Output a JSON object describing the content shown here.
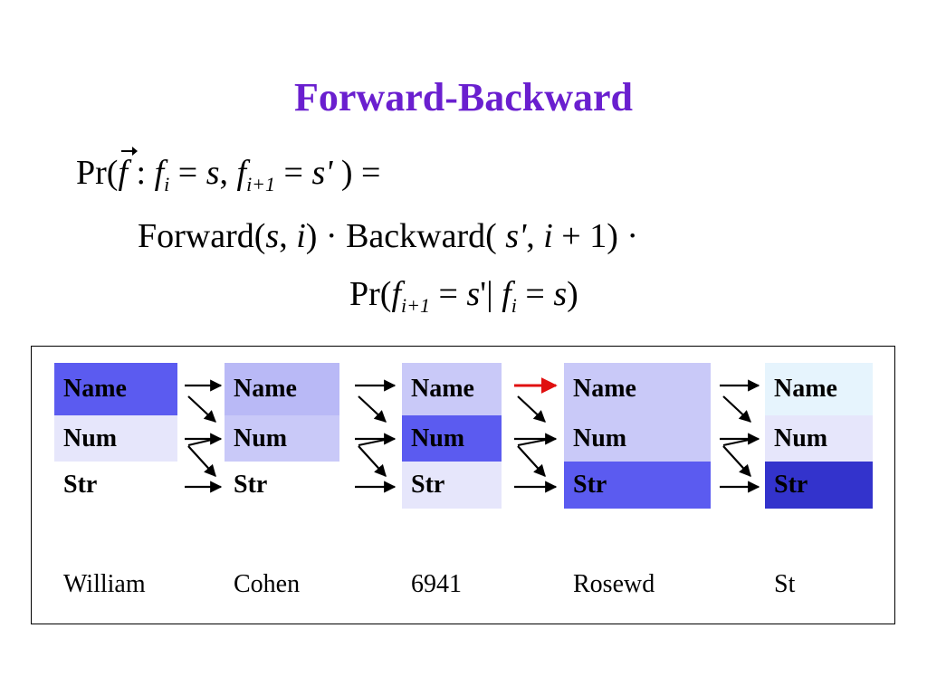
{
  "title": "Forward-Backward",
  "equation": {
    "line1": {
      "pr": "Pr(",
      "f": "f",
      "colon": " : ",
      "fi": "f",
      "i": "i",
      "eq1": " = ",
      "s": "s",
      "comma": ", ",
      "fi1": "f",
      "i1": "i+1",
      "eq2": " = ",
      "s2": "s'",
      "close": " ) ="
    },
    "line2": {
      "forward": "Forward(",
      "s": "s",
      "comma1": ", ",
      "i": "i",
      "mid": ") · Backward( ",
      "s2": "s'",
      "comma2": ", ",
      "i2": "i",
      "end": " + 1) ·"
    },
    "line3": {
      "pr": "Pr(",
      "f": "f",
      "i1": "i+1",
      "eq": " = ",
      "s": "s",
      "bar": "'| ",
      "fi": "f",
      "i": "i",
      "eq2": " = ",
      "s2": "s",
      "close": ")"
    }
  },
  "lattice": {
    "columns": [
      {
        "cells": [
          {
            "label": "Name",
            "color": "#5b5bf0"
          },
          {
            "label": "Num",
            "color": "#e6e6fb"
          },
          {
            "label": "Str",
            "color": "#ffffff"
          }
        ],
        "word": "William"
      },
      {
        "cells": [
          {
            "label": "Name",
            "color": "#b9b9f6"
          },
          {
            "label": "Num",
            "color": "#c9c9f8"
          },
          {
            "label": "Str",
            "color": "#ffffff"
          }
        ],
        "word": "Cohen"
      },
      {
        "cells": [
          {
            "label": "Name",
            "color": "#c9c9f8"
          },
          {
            "label": "Num",
            "color": "#5b5bf0"
          },
          {
            "label": "Str",
            "color": "#e6e6fb"
          }
        ],
        "word": "6941"
      },
      {
        "cells": [
          {
            "label": "Name",
            "color": "#c9c9f8"
          },
          {
            "label": "Num",
            "color": "#c9c9f8"
          },
          {
            "label": "Str",
            "color": "#5b5bf0"
          }
        ],
        "word": "Rosewd"
      },
      {
        "cells": [
          {
            "label": "Name",
            "color": "#e6f4fd"
          },
          {
            "label": "Num",
            "color": "#e6e6fb"
          },
          {
            "label": "Str",
            "color": "#3333cc"
          }
        ],
        "word": "St"
      }
    ],
    "highlight_arrow_color": "#e01010",
    "arrow_color": "#000000"
  }
}
